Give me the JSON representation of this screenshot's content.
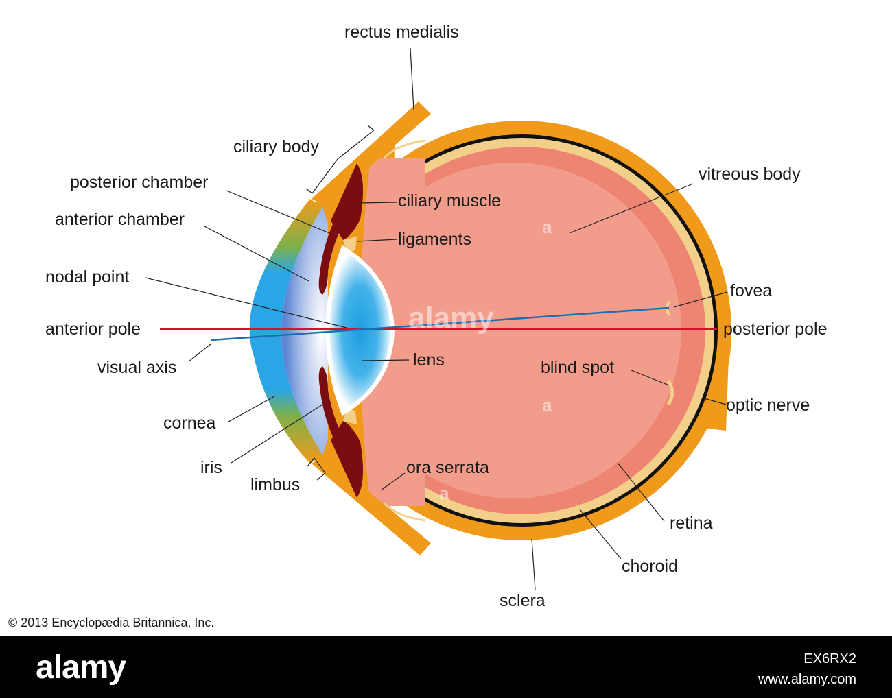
{
  "labels": {
    "rectus_medialis": "rectus medialis",
    "ciliary_body": "ciliary body",
    "posterior_chamber": "posterior chamber",
    "anterior_chamber": "anterior chamber",
    "nodal_point": "nodal point",
    "anterior_pole": "anterior pole",
    "visual_axis": "visual axis",
    "cornea": "cornea",
    "iris": "iris",
    "limbus": "limbus",
    "ciliary_muscle": "ciliary muscle",
    "ligaments": "ligaments",
    "lens": "lens",
    "ora_serrata": "ora serrata",
    "vitreous_body": "vitreous body",
    "fovea": "fovea",
    "posterior_pole": "posterior pole",
    "blind_spot": "blind spot",
    "optic_nerve": "optic nerve",
    "retina": "retina",
    "choroid": "choroid",
    "sclera": "sclera"
  },
  "credit": "© 2013 Encyclopædia Britannica, Inc.",
  "footer": {
    "logo": "alamy",
    "image_id": "EX6RX2",
    "url": "www.alamy.com"
  },
  "colors": {
    "sclera": "#f09a1c",
    "vitreous": "#f29c8c",
    "retina": "#f3d089",
    "choroid": "#111111",
    "cornea": "#2aa6e6",
    "iris": "#7a0d12",
    "lens": "#1b9ee0",
    "anterior_pole_line": "#d4132a",
    "visual_axis_line": "#1f6db4"
  }
}
